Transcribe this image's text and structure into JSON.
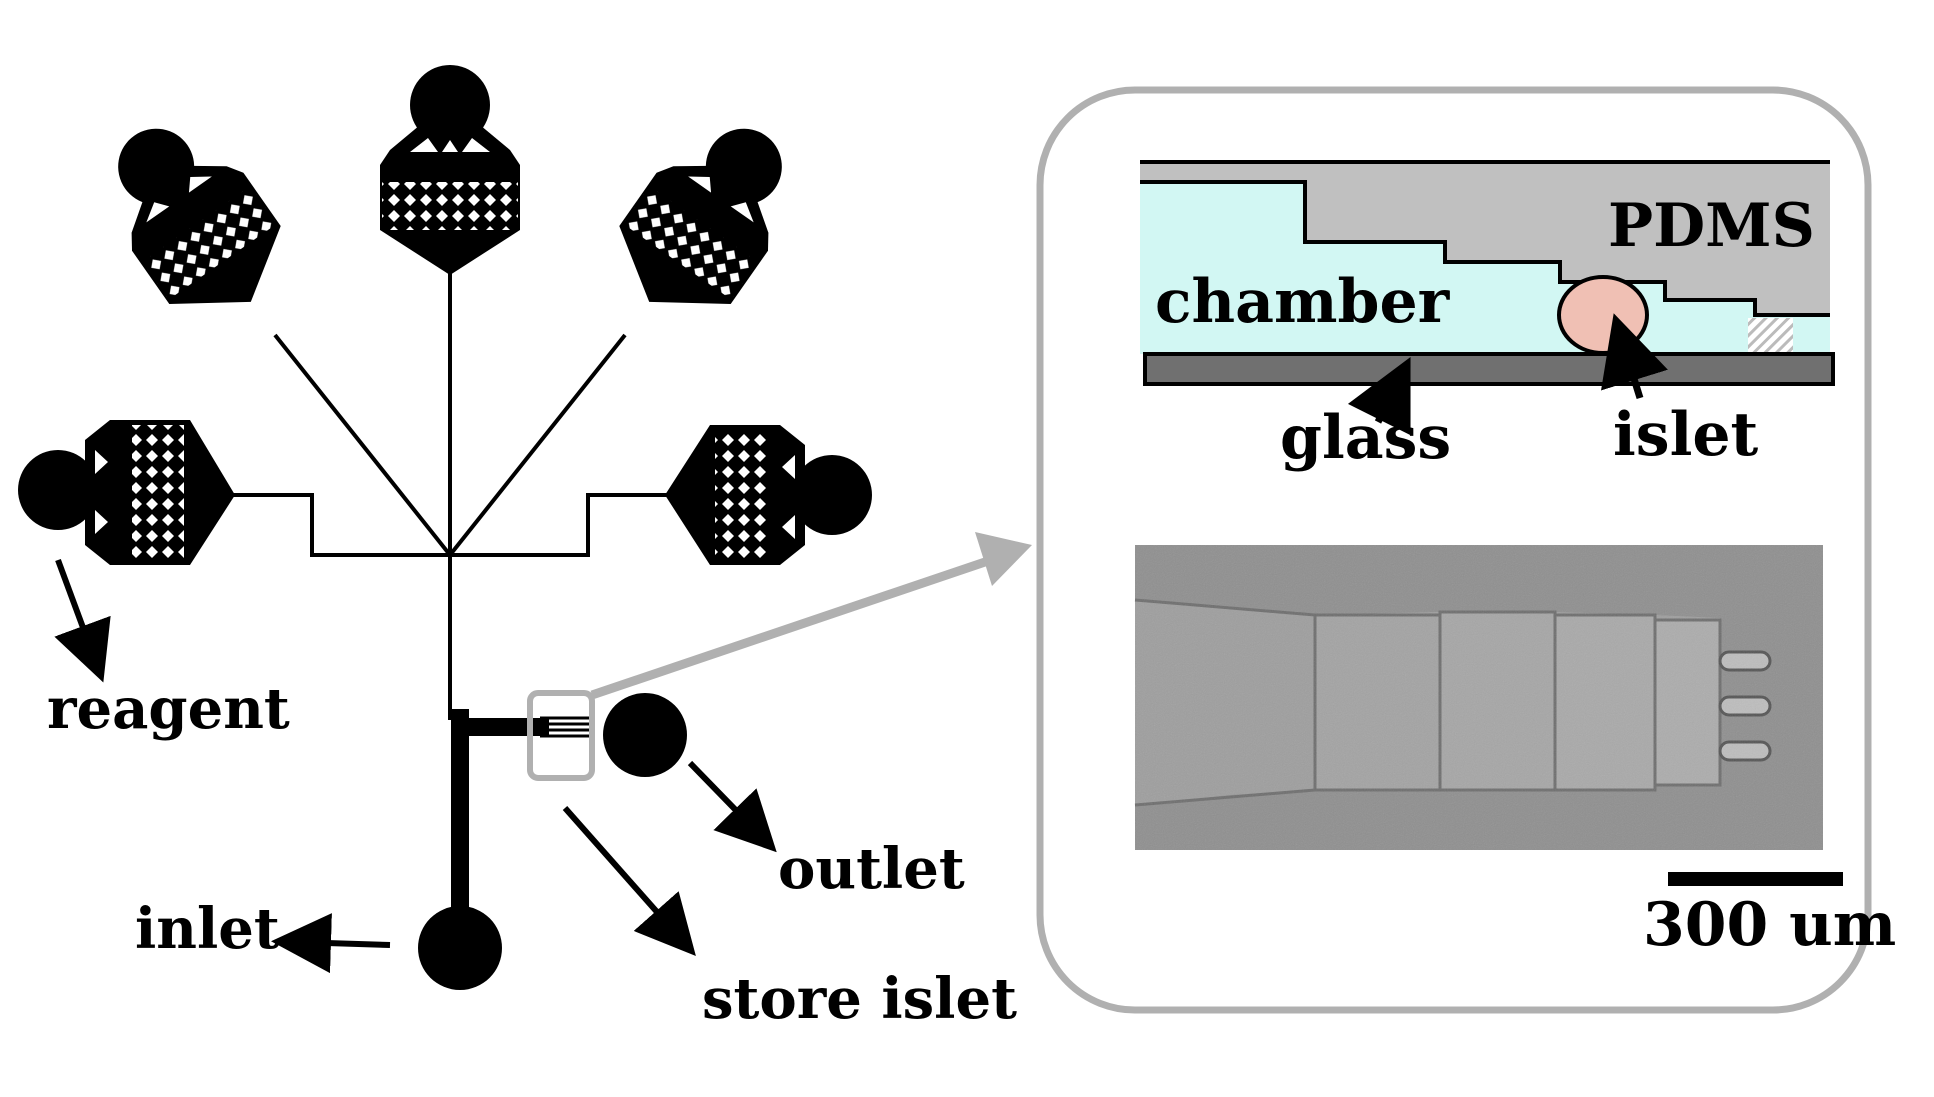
{
  "labels": {
    "reagent": "reagent",
    "inlet": "inlet",
    "outlet": "outlet",
    "store_islet": "store islet",
    "pdms": "PDMS",
    "chamber": "chamber",
    "glass": "glass",
    "islet": "islet",
    "scale_bar": "300 um"
  },
  "colors": {
    "line": "#000000",
    "zoom_frame": "#b0b0b0",
    "chamber_fluid": "#d2f7f3",
    "pdms": "#c0c0c0",
    "glass": "#707070",
    "islet": "#f0c0b4",
    "micrograph_bg": "#8f8f8f"
  },
  "icons": {
    "reservoir": "reagent-reservoir-icon",
    "port": "port-circle-icon",
    "arrow": "arrow-icon"
  }
}
